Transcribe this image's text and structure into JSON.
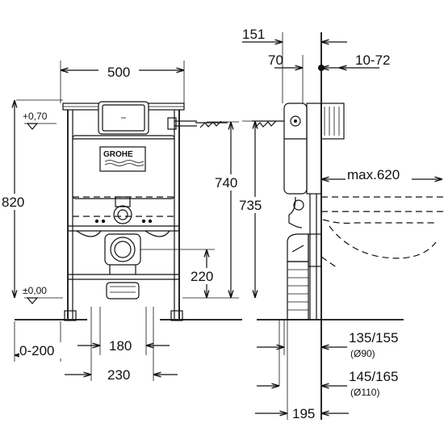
{
  "brand": {
    "logo_text": "GROHE"
  },
  "front_view": {
    "width_top": "500",
    "height_total": "820",
    "level_top": "+0,70",
    "level_floor": "±0,00",
    "height_740": "740",
    "height_220": "220",
    "adjust_range": "0-200",
    "spacing_180": "180",
    "spacing_230": "230"
  },
  "side_view": {
    "depth_151": "151",
    "depth_70": "70",
    "range_10_72": "10-72",
    "height_735": "735",
    "max_620": "max.620",
    "depth_135_155": "135/155",
    "dia_90": "(Ø90)",
    "depth_145_165": "145/165",
    "dia_110": "(Ø110)",
    "depth_195": "195"
  }
}
